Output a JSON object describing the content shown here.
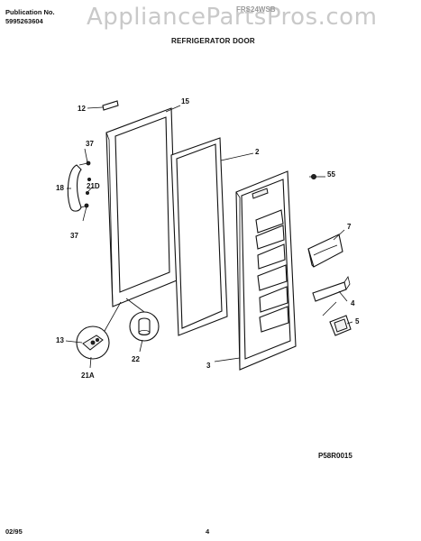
{
  "header": {
    "publication_label": "Publication No.",
    "publication_number": "5995263604",
    "watermark": "AppliancePartsPros.com",
    "model": "FRS24WSB",
    "title": "REFRIGERATOR DOOR"
  },
  "callouts": {
    "c12": "12",
    "c15": "15",
    "c2": "2",
    "c37a": "37",
    "c18": "18",
    "c21d": "21D",
    "c37b": "37",
    "c55": "55",
    "c7": "7",
    "c4": "4",
    "c5": "5",
    "c13": "13",
    "c22": "22",
    "c21a": "21A",
    "c3": "3"
  },
  "footer": {
    "drawing_id": "P58R0015",
    "date": "02/95",
    "page": "4"
  }
}
